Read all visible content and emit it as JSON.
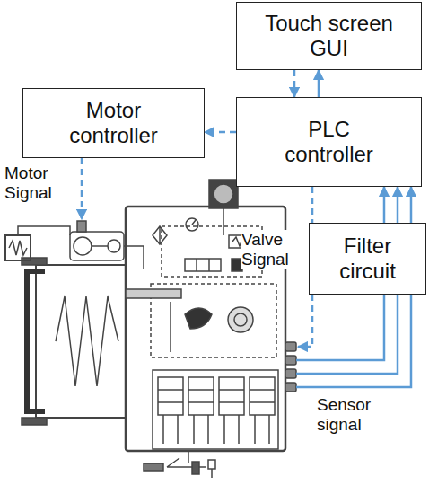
{
  "diagram": {
    "nodes": [
      {
        "text": [
          "Touch screen GUI"
        ]
      },
      {
        "text": [
          "Motor controller"
        ]
      },
      {
        "text": [
          "PLC controller"
        ]
      },
      {
        "text": [
          "Filter circuit"
        ]
      }
    ],
    "edges": [
      {
        "from": 2,
        "to": 0,
        "arrow": "to"
      },
      {
        "from": 0,
        "to": 2,
        "arrow": "to"
      },
      {
        "from": 2,
        "to": 1,
        "arrow": "to"
      },
      {
        "from": 3,
        "to": 2,
        "arrow": "to"
      },
      {
        "from": 3,
        "to": 2,
        "arrow": "to"
      },
      {
        "from": 3,
        "to": 2,
        "arrow": "to"
      }
    ],
    "labels": [
      "Motor Signal",
      "Valve Signal",
      "Sensor signal"
    ]
  }
}
